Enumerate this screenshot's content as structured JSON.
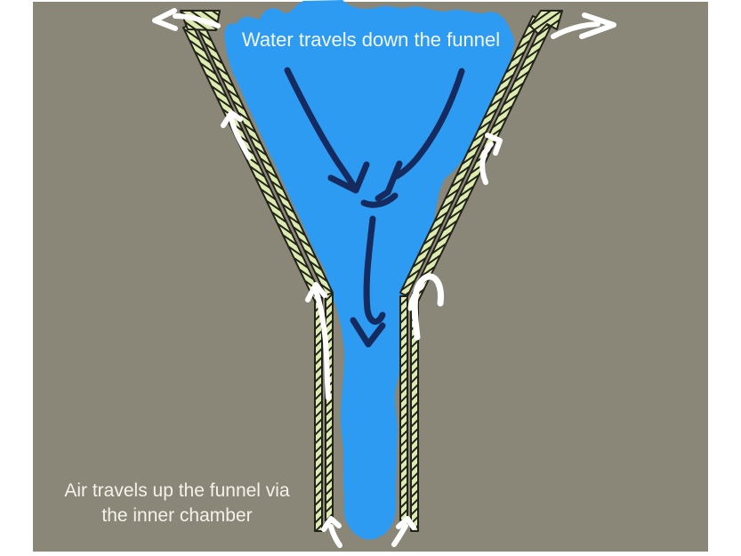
{
  "diagram": {
    "top_label": "Water travels down the funnel",
    "bottom_label": {
      "line1": "Air travels up the funnel via",
      "line2": "the inner chamber"
    },
    "colors": {
      "page-bg": "#ffffff",
      "canvas-bg": "#8a8678",
      "water": "#2c9bf1",
      "water-arrow": "#152a5e",
      "air-arrow": "#ffffff",
      "wall-fill": "#dcebaf",
      "wall-outline": "#22221a",
      "top-label-color": "#f2f6f9",
      "bottom-label-color": "#f4f2ea"
    }
  }
}
